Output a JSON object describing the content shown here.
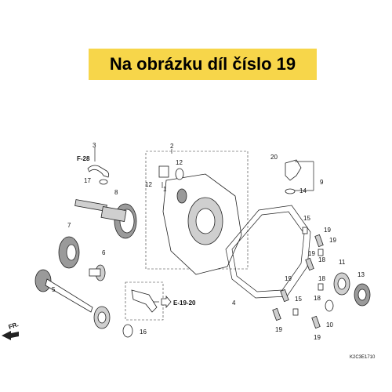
{
  "banner": {
    "text": "Na obrázku díl číslo 19",
    "color": "#f7d64a"
  },
  "diagram": {
    "refs": {
      "f28": "F-28",
      "e1920": "E-19-20",
      "fr": "FR.",
      "code": "K2C3E1710"
    },
    "callouts": [
      "1",
      "2",
      "3",
      "4",
      "5",
      "6",
      "7",
      "8",
      "9",
      "10",
      "11",
      "12",
      "12",
      "13",
      "14",
      "15",
      "15",
      "16",
      "17",
      "18",
      "18",
      "18",
      "19",
      "19",
      "19",
      "19",
      "19",
      "19",
      "20"
    ]
  }
}
